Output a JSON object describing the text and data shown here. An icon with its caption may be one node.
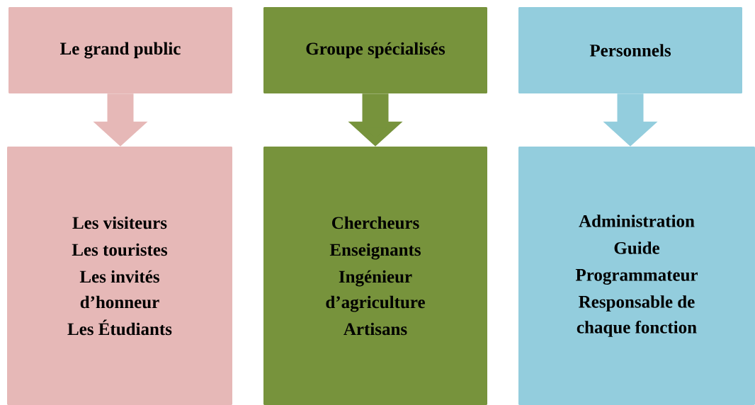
{
  "diagram": {
    "nodes": [
      {
        "text": [
          "Le grand public"
        ]
      },
      {
        "text": [
          "Groupe spécialisés"
        ]
      },
      {
        "text": [
          "Personnels"
        ]
      },
      {
        "text": [
          "Les visiteurs",
          "Les touristes",
          "Les invités d’honneur",
          "Les Étudiants"
        ]
      },
      {
        "text": [
          "Chercheurs",
          "Enseignants",
          "Ingénieur d’agriculture",
          "Artisans"
        ]
      },
      {
        "text": [
          "Administration",
          "Guide",
          "Programmateur",
          "Responsable de chaque fonction"
        ]
      }
    ],
    "edges": [
      {
        "from": 0,
        "to": 3,
        "arrow": "to",
        "color": "#e6b8b7"
      },
      {
        "from": 1,
        "to": 4,
        "arrow": "to",
        "color": "#77933c"
      },
      {
        "from": 2,
        "to": 5,
        "arrow": "to",
        "color": "#93cddd"
      }
    ]
  }
}
